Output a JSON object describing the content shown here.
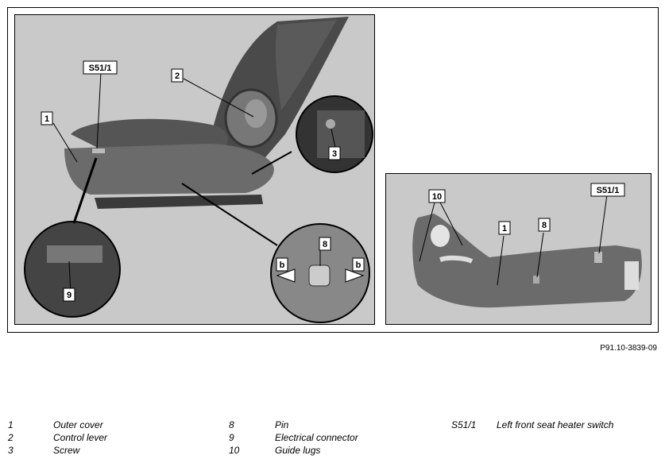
{
  "callouts": {
    "main": [
      "S51/1",
      "2",
      "1",
      "3",
      "8",
      "b",
      "b",
      "9"
    ],
    "detail": [
      "10",
      "S51/1",
      "1",
      "8"
    ]
  },
  "reference_code": "P91.10-3839-09",
  "legend": [
    {
      "num": "1",
      "label": "Outer cover"
    },
    {
      "num": "2",
      "label": "Control lever"
    },
    {
      "num": "3",
      "label": "Screw"
    },
    {
      "num": "8",
      "label": "Pin"
    },
    {
      "num": "9",
      "label": "Electrical connector"
    },
    {
      "num": "10",
      "label": "Guide lugs"
    },
    {
      "num": "S51/1",
      "label": "Left front seat heater switch"
    }
  ]
}
